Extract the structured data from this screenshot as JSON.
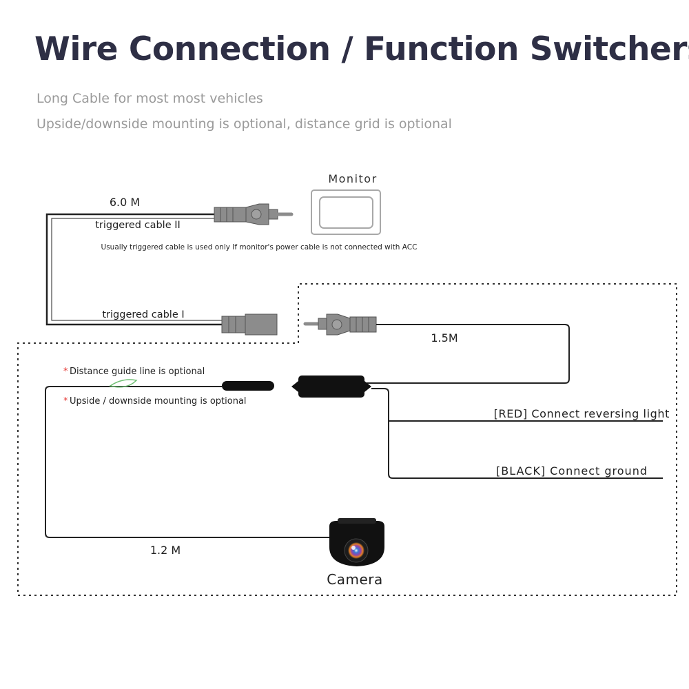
{
  "title": "Wire Connection / Function Switchers",
  "subtitle_lines": [
    "Long Cable for most most vehicles",
    "Upside/downside mounting is optional, distance grid is optional"
  ],
  "diagram": {
    "monitor_label": "Monitor",
    "cable_6m_length": "6.0 M",
    "triggered_cable_2": "triggered cable II",
    "trigger_note": "Usually triggered cable is used only If monitor's power cable is not connected with ACC",
    "triggered_cable_1": "triggered cable I",
    "cable_1_5m_length": "1.5M",
    "distance_note_star": "*",
    "distance_note": "Distance guide line is optional",
    "mounting_note_star": "*",
    "mounting_note": "Upside / downside mounting is optional",
    "red_wire_label": "[RED] Connect reversing light",
    "black_wire_label": "[BLACK] Connect ground",
    "cable_1_2m_length": "1.2 M",
    "camera_label": "Camera"
  },
  "colors": {
    "title": "#2e2f45",
    "subtitle": "#9a9a9a",
    "connector": "#8c8c8c",
    "note_star": "#e53935",
    "loop_green": "#6fbf73"
  }
}
